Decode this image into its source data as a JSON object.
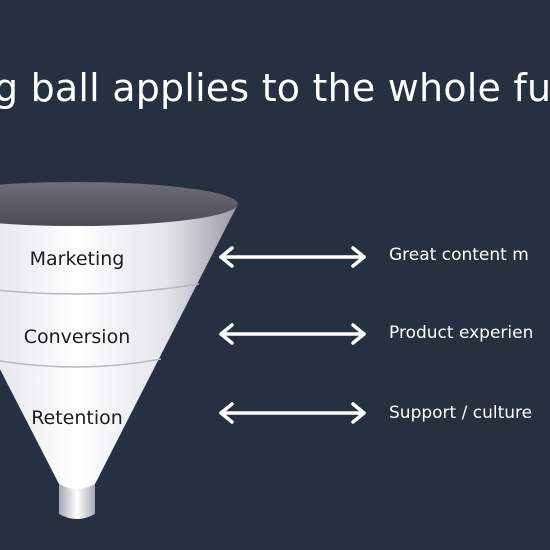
{
  "slide": {
    "title": "g ball applies to the whole fu",
    "background_color": "#263041",
    "text_color": "#ffffff"
  },
  "funnel": {
    "stages": [
      {
        "label": "Marketing",
        "description": "Great content m"
      },
      {
        "label": "Conversion",
        "description": "Product experien"
      },
      {
        "label": "Retention",
        "description": "Support / culture"
      }
    ]
  },
  "connector": {
    "icon": "double-headed-arrow-icon"
  }
}
